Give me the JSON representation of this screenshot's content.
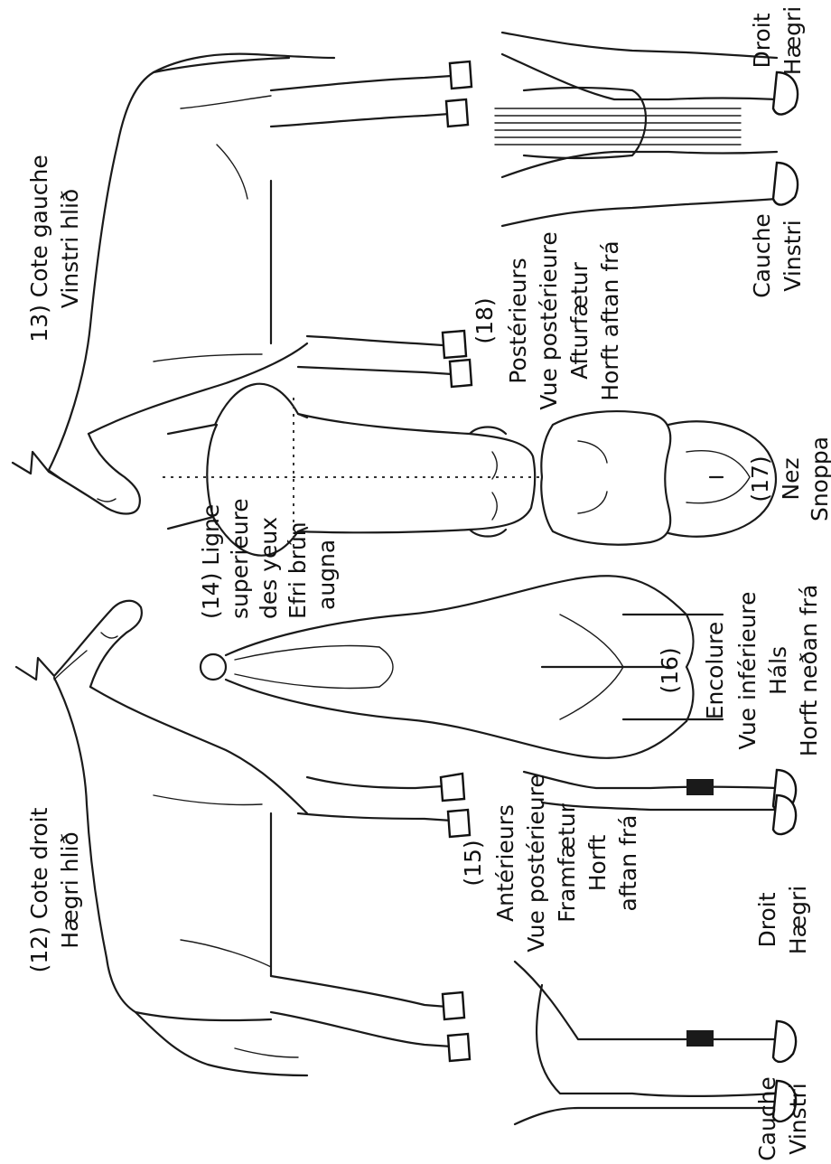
{
  "labels": {
    "v12_line1": "(12) Cote droit",
    "v12_line2": "Hægri hlið",
    "v13_line1": "13) Cote gauche",
    "v13_line2": "Vinstri hlið",
    "v14_line1": "(14) Ligne",
    "v14_line2": "superieure",
    "v14_line3": "des yeux",
    "v14_line4": "Efri brún",
    "v14_line5": "augna",
    "v15_line1": "(15)",
    "v15_line2": "Antérieurs",
    "v15_line3": "Vue postérieure",
    "v15_line4": "Framfætur",
    "v15_line5": "Horft",
    "v15_line6": "aftan frá",
    "v16_num": "(16)",
    "v16_line1": "Encolure",
    "v16_line2": "Vue inférieure",
    "v16_line3": "Háls",
    "v16_line4": "Horft neðan frá",
    "v17_line1": "(17)",
    "v17_line2": "Nez",
    "v17_line3": "Snoppa",
    "v18_line1": "(18)",
    "v18_line2": "Postérieurs",
    "v18_line3": "Vue postérieure",
    "v18_line4": "Afturfætur",
    "v18_line5": "Horft aftan frá",
    "front_left_1": "Cauche",
    "front_left_2": "Vinstri",
    "front_right_1": "Droit",
    "front_right_2": "Hægri",
    "hind_left_1": "Cauche",
    "hind_left_2": "Vinstri",
    "hind_right_1": "Droit",
    "hind_right_2": "Hægri"
  }
}
